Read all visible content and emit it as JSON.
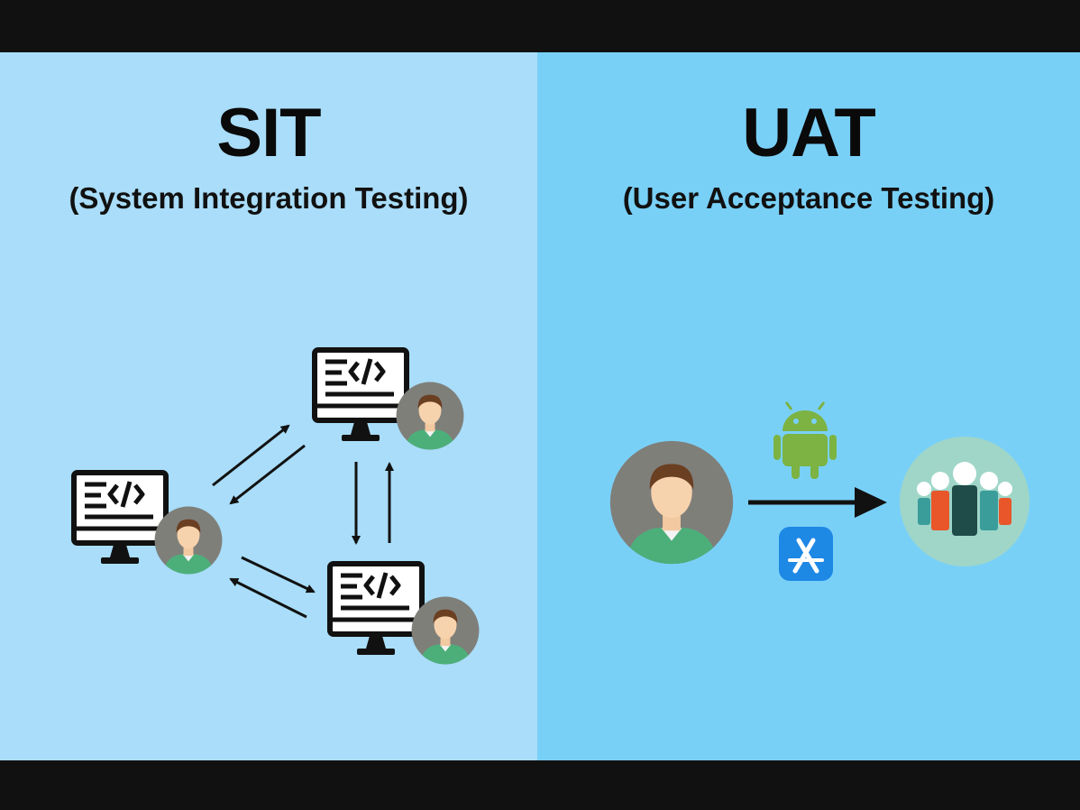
{
  "sit": {
    "title": "SIT",
    "subtitle": "(System Integration Testing)"
  },
  "uat": {
    "title": "UAT",
    "subtitle": "(User Acceptance Testing)"
  },
  "icons": {
    "monitor": "code-monitor-icon",
    "user": "user-avatar-icon",
    "android": "android-icon",
    "app_store": "app-store-icon",
    "group": "user-group-icon",
    "arrow": "arrow-icon"
  },
  "colors": {
    "sit_background": "#a9ddf9",
    "uat_background": "#79d0f7",
    "android_green": "#7cb342",
    "app_store_blue": "#1e88e5",
    "avatar_background": "#7f7f7a",
    "shirt": "#4caf7a"
  }
}
